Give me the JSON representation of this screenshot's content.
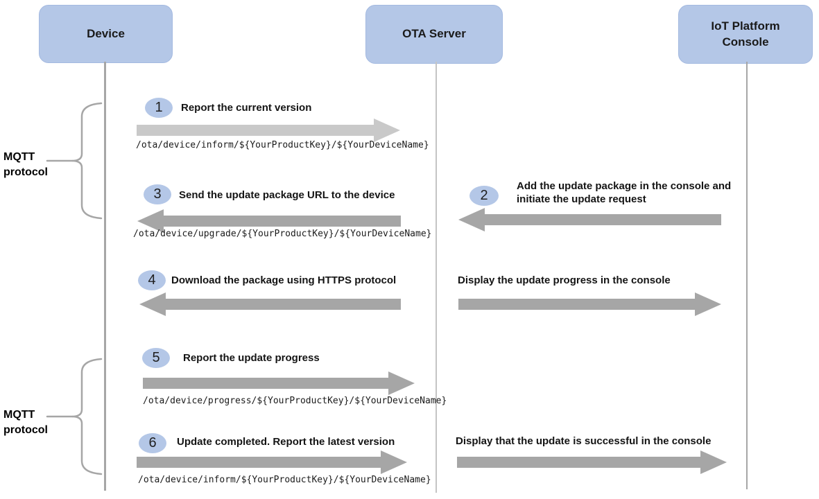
{
  "colors": {
    "accent_blue": "#b4c7e7",
    "box_border": "#a3b9e0",
    "arrow_gray": "#a6a6a6",
    "arrow_light": "#c9c9c9",
    "lifeline": "#a6a6a6",
    "lifeline_light": "#c4c4c4",
    "text": "#1a1a1a"
  },
  "actors": [
    {
      "label": "Device"
    },
    {
      "label": "OTA Server"
    },
    {
      "label": "IoT Platform Console"
    }
  ],
  "protocol_braces": [
    {
      "label": "MQTT protocol"
    },
    {
      "label": "MQTT protocol"
    }
  ],
  "messages": [
    {
      "num": "1",
      "label": "Report the current version",
      "topic": "/ota/device/inform/${YourProductKey}/${YourDeviceName}",
      "direction": "right"
    },
    {
      "num": "2",
      "label": "Add the update package in the console and initiate the update request",
      "direction": "left"
    },
    {
      "num": "3",
      "label": "Send the update package URL to the device",
      "topic": "/ota/device/upgrade/${YourProductKey}/${YourDeviceName}",
      "direction": "left"
    },
    {
      "num": "4",
      "label": "Download the package using HTTPS protocol",
      "direction": "left"
    },
    {
      "label": "Display the update progress in the console",
      "direction": "right"
    },
    {
      "num": "5",
      "label": "Report the update progress",
      "topic": "/ota/device/progress/${YourProductKey}/${YourDeviceName}",
      "direction": "right"
    },
    {
      "num": "6",
      "label": "Update completed. Report the latest version",
      "topic": "/ota/device/inform/${YourProductKey}/${YourDeviceName}",
      "direction": "right"
    },
    {
      "label": "Display that the update is successful in the console",
      "direction": "right"
    }
  ]
}
